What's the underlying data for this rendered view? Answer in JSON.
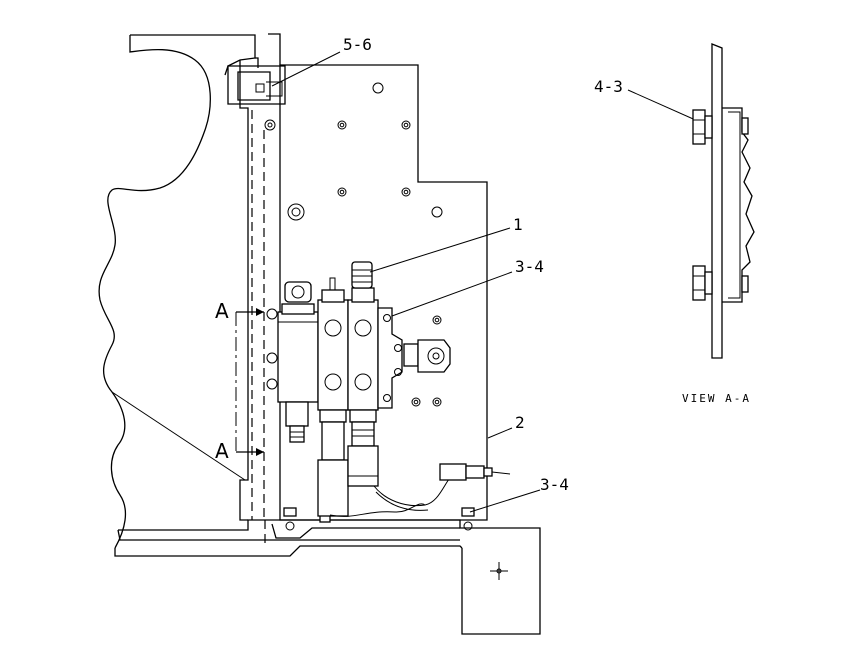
{
  "callouts": {
    "c56": "5-6",
    "c1": "1",
    "c34_upper": "3-4",
    "c2": "2",
    "c34_lower": "3-4",
    "c43": "4-3"
  },
  "section_marks": {
    "upper": "A",
    "lower": "A"
  },
  "view_title": "VIEW A-A"
}
